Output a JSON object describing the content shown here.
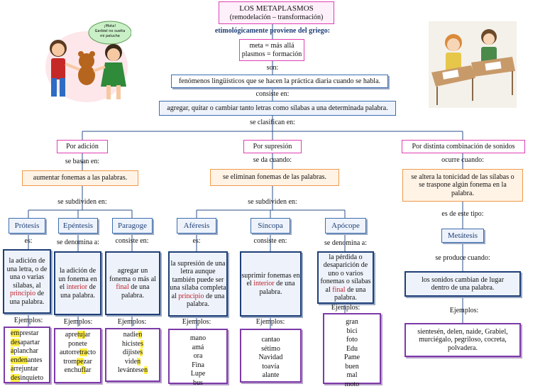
{
  "title": "LOS METAPLASMOS",
  "subtitle": "(remodelación – transformación)",
  "etymology_label": "etimológicamente proviene del griego:",
  "etymology": [
    "meta = más allá",
    "plasmos = formación"
  ],
  "link_son": "son:",
  "definition": "fenómenos lingüísticos que se hacen la práctica diaria cuando se habla.",
  "link_consiste": "consiste en:",
  "consists": "agregar, quitar o cambiar tanto letras como sílabas a una determinada palabra.",
  "link_clasifican": "se clasifican en:",
  "bubble_text": [
    "¡Mota!",
    "Garbiel no suelta",
    "mi peluche"
  ],
  "adicion": {
    "title": "Por adición",
    "link1": "se basan en:",
    "desc": "aumentar fonemas a las palabras.",
    "link2": "se subdividen en:",
    "protesis": {
      "name": "Prótesis",
      "link": "es:",
      "def_pre": "la adición de una letra, o de una o varias sílabas, al ",
      "def_hl": "principio",
      "def_post": " de una palabra.",
      "ej_label": "Ejemplos:",
      "examples": [
        {
          "hl": "em",
          "rest": "prestar"
        },
        {
          "hl": "des",
          "rest": "apartar"
        },
        {
          "hl": "a",
          "rest": "planchar"
        },
        {
          "hl": "enden",
          "rest": "antes"
        },
        {
          "hl": "a",
          "rest": "rrejuntar"
        },
        {
          "hl": "des",
          "rest": "inquieto"
        }
      ]
    },
    "epentesis": {
      "name": "Epéntesis",
      "link": "se denomina a:",
      "def_pre": "la adición de un fonema en el ",
      "def_hl": "interior",
      "def_post": " de una palabra.",
      "ej_label": "Ejemplos:",
      "examples": [
        {
          "pre": "apre",
          "hl": "tuj",
          "post": "ar"
        },
        {
          "pre": "ponete",
          "hl": "",
          "post": ""
        },
        {
          "pre": "autorre",
          "hl": "tra",
          "post": "cto"
        },
        {
          "pre": "trom",
          "hl": "pe",
          "post": "zar"
        },
        {
          "pre": "enchu",
          "hl": "fl",
          "post": "ar"
        }
      ]
    },
    "paragoge": {
      "name": "Paragoge",
      "link": "consiste en:",
      "def_pre": "agregar un fonema o más al ",
      "def_hl": "final",
      "def_post": " de una palabra.",
      "ej_label": "Ejemplos:",
      "examples": [
        {
          "pre": "nadie",
          "hl": "n"
        },
        {
          "pre": "hiciste",
          "hl": "s"
        },
        {
          "pre": "dijiste",
          "hl": "s"
        },
        {
          "pre": "vide",
          "hl": "n"
        },
        {
          "pre": "levántese",
          "hl": "n"
        }
      ]
    }
  },
  "supresion": {
    "title": "Por supresión",
    "link1": "se da cuando:",
    "desc": "se eliminan fonemas de las palabras.",
    "link2": "se subdividen en:",
    "aferesis": {
      "name": "Aféresis",
      "link": "es:",
      "def_pre": "la supresión de una letra aunque también puede ser una sílaba completa al ",
      "def_hl": "principio",
      "def_post": " de una palabra.",
      "ej_label": "Ejemplos:",
      "examples": [
        "mano",
        "amá",
        "ora",
        "Fina",
        "Lupe",
        "bus"
      ]
    },
    "sincopa": {
      "name": "Síncopa",
      "link": "consiste en:",
      "def_pre": "suprimir fonemas en el ",
      "def_hl": "interior",
      "def_post": " de una palabra.",
      "ej_label": "Ejemplos:",
      "examples": [
        "cantao",
        "sétimo",
        "Navidad",
        "toavía",
        "alante"
      ]
    },
    "apocope": {
      "name": "Apócope",
      "link": "se denomina a:",
      "def_pre": "la pérdida o desaparición de uno o varios fonemas o sílabas al ",
      "def_hl": "final",
      "def_post": " de una palabra.",
      "ej_label": "Ejemplos:",
      "examples": [
        "gran",
        "bici",
        "foto",
        "Edu",
        "Pame",
        "buen",
        "mal",
        "moto"
      ]
    }
  },
  "combinacion": {
    "title": "Por distinta combinación de sonidos",
    "link1": "ocurre cuando:",
    "desc": "se altera la tonicidad de las sílabas o se traspone algún fonema en la palabra.",
    "link2": "es de este tipo:",
    "name": "Metátesis",
    "link3": "se produce cuando:",
    "def": "los sonidos cambian de lugar dentro de una palabra.",
    "ej_label": "Ejemplos:",
    "examples": "sientesén, delen, naide, Grabiel, murciégalo, pegriloso, cocreta, polvadera."
  },
  "colors": {
    "blue": "#3b6db0",
    "navy": "#1f3f77",
    "pink": "#e03fb4",
    "orange": "#f09a4a",
    "purple": "#7d3aa8",
    "highlight": "#ffee44",
    "red": "#c0202a"
  }
}
